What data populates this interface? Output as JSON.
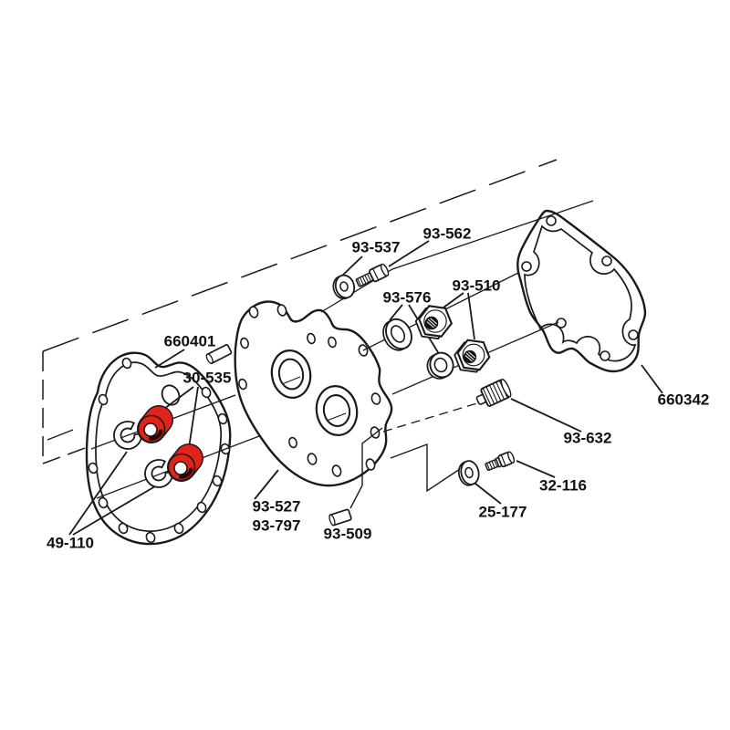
{
  "diagram": {
    "type": "exploded-parts-diagram",
    "background": "#ffffff",
    "ink": "#1a1a1a",
    "highlight_red": "#e2231a",
    "highlighted_part_count": 2,
    "part_labels": [
      {
        "text": "93-537"
      },
      {
        "text": "93-562"
      },
      {
        "text": "93-576"
      },
      {
        "text": "93-510"
      },
      {
        "text": "660401"
      },
      {
        "text": "30-535"
      },
      {
        "text": "660342"
      },
      {
        "text": "93-632"
      },
      {
        "text": "32-116"
      },
      {
        "text": "25-177"
      },
      {
        "text": "93-527"
      },
      {
        "text": "93-797"
      },
      {
        "text": "93-509"
      },
      {
        "text": "49-110"
      }
    ]
  }
}
